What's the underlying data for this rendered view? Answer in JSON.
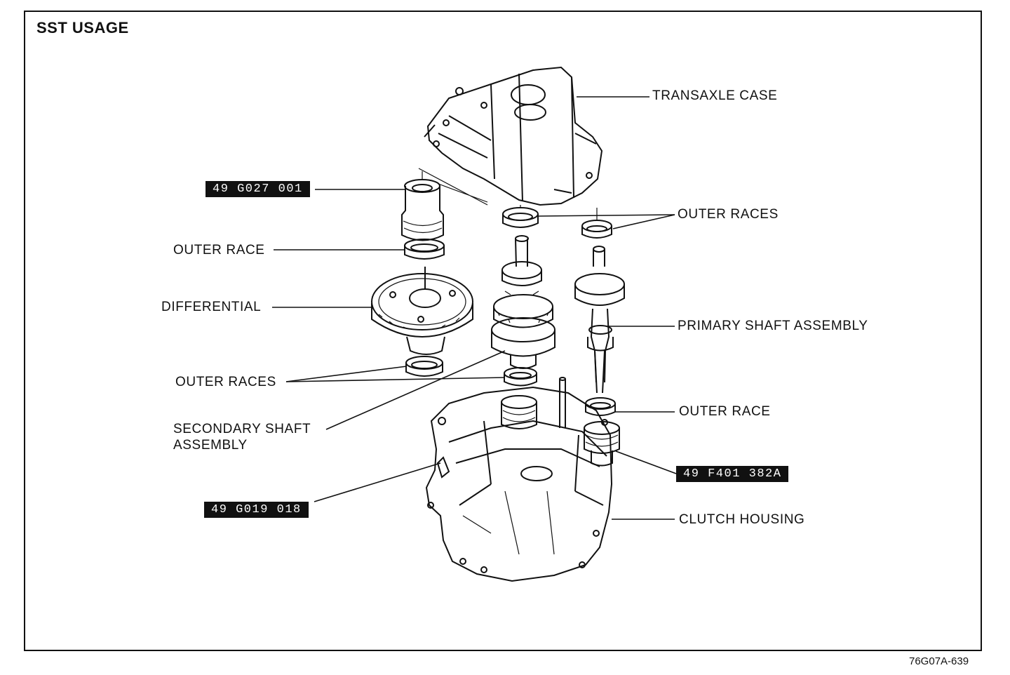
{
  "title": "SST USAGE",
  "figure_code": "76G07A-639",
  "labels": {
    "transaxle_case": "TRANSAXLE CASE",
    "outer_races_top": "OUTER RACES",
    "outer_race_left": "OUTER RACE",
    "differential": "DIFFERENTIAL",
    "primary_shaft": "PRIMARY SHAFT ASSEMBLY",
    "outer_races_mid": "OUTER RACES",
    "outer_race_right": "OUTER RACE",
    "secondary_shaft_1": "SECONDARY SHAFT",
    "secondary_shaft_2": "ASSEMBLY",
    "clutch_housing": "CLUTCH HOUSING"
  },
  "tools": {
    "tool_a": "49 G027 001",
    "tool_b": "49 F401 382A",
    "tool_c": "49 G019 018"
  }
}
